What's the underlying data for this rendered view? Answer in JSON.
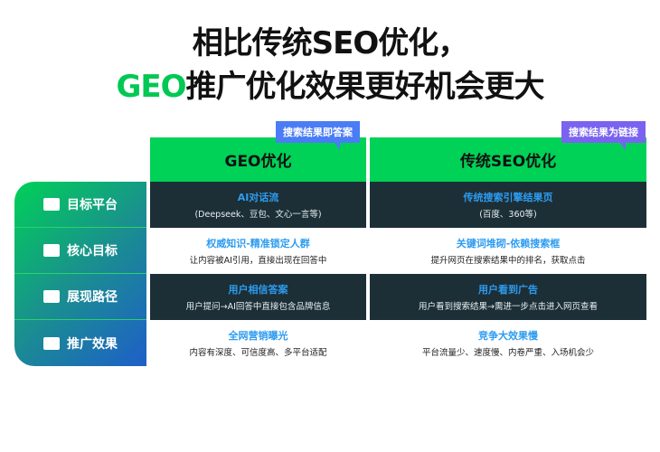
{
  "title": {
    "line1": "相比传统SEO优化，",
    "line2_highlight": "GEO",
    "line2_rest": "推广优化效果更好机会更大"
  },
  "colors": {
    "green": "#00d157",
    "dark": "#1c2f37",
    "blue_text": "#2d9cf0"
  },
  "sidebar": [
    {
      "label": "目标平台",
      "icon": "monitor-chart-icon"
    },
    {
      "label": "核心目标",
      "icon": "id-card-icon"
    },
    {
      "label": "展现路径",
      "icon": "printer-icon"
    },
    {
      "label": "推广效果",
      "icon": "video-camera-icon"
    }
  ],
  "columns": [
    {
      "header": "GEO优化",
      "tag": "搜索结果即答案",
      "rows": [
        {
          "heading": "AI对话流",
          "sub": "(Deepseek、豆包、文心一言等)"
        },
        {
          "heading": "权威知识-精准锁定人群",
          "sub": "让内容被AI引用，直接出现在回答中"
        },
        {
          "heading": "用户相信答案",
          "sub": "用户提问→AI回答中直接包含品牌信息"
        },
        {
          "heading": "全网营销曝光",
          "sub": "内容有深度、可信度高、多平台适配"
        }
      ]
    },
    {
      "header": "传统SEO优化",
      "tag": "搜索结果为链接",
      "rows": [
        {
          "heading": "传统搜索引擎结果页",
          "sub": "(百度、360等)"
        },
        {
          "heading": "关键词堆砌-依赖搜索框",
          "sub": "提升网页在搜索结果中的排名，获取点击"
        },
        {
          "heading": "用户看到广告",
          "sub": "用户看到搜索结果→需进一步点击进入网页查看"
        },
        {
          "heading": "竞争大效果慢",
          "sub": "平台流量少、速度慢、内卷严重、入场机会少"
        }
      ]
    }
  ]
}
